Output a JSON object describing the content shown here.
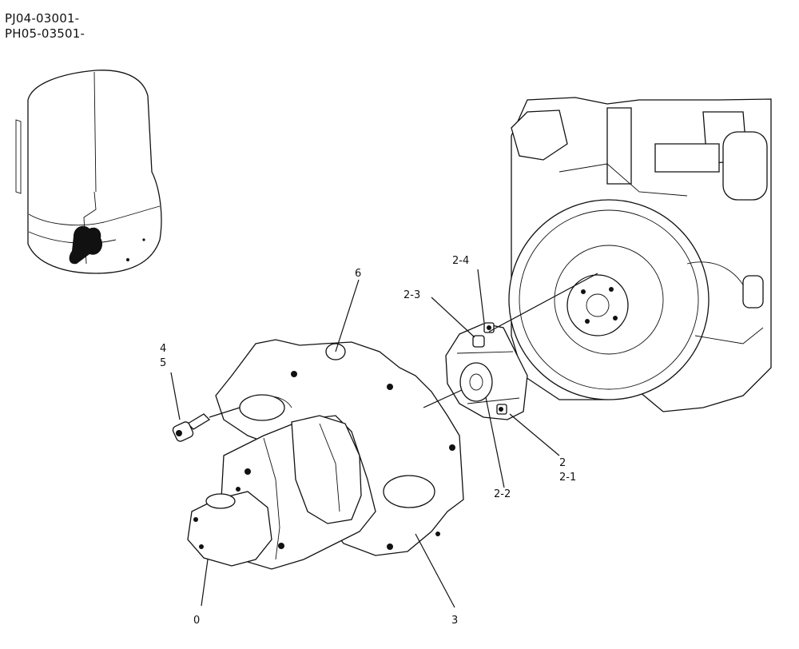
{
  "header": {
    "serial_1": "PJ04-03001-",
    "serial_2": "PH05-03501-"
  },
  "callouts": {
    "c0": "0",
    "c2": "2",
    "c2_1": "2-1",
    "c2_2": "2-2",
    "c2_3": "2-3",
    "c2_4": "2-4",
    "c3": "3",
    "c4": "4",
    "c5": "5",
    "c6": "6"
  }
}
